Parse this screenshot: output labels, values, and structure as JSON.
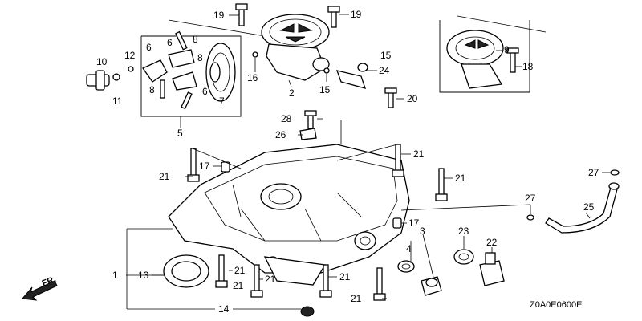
{
  "diagram": {
    "drawing_code": "Z0A0E0600E",
    "front_label": "FR.",
    "callouts": [
      "1",
      "2",
      "3",
      "4",
      "5",
      "6",
      "6",
      "6",
      "7",
      "8",
      "8",
      "8",
      "9",
      "10",
      "11",
      "12",
      "13",
      "14",
      "15",
      "15",
      "16",
      "17",
      "17",
      "18",
      "19",
      "19",
      "20",
      "21",
      "21",
      "21",
      "21",
      "21",
      "21",
      "21",
      "21",
      "22",
      "23",
      "24",
      "25",
      "26",
      "27",
      "27",
      "28"
    ]
  }
}
